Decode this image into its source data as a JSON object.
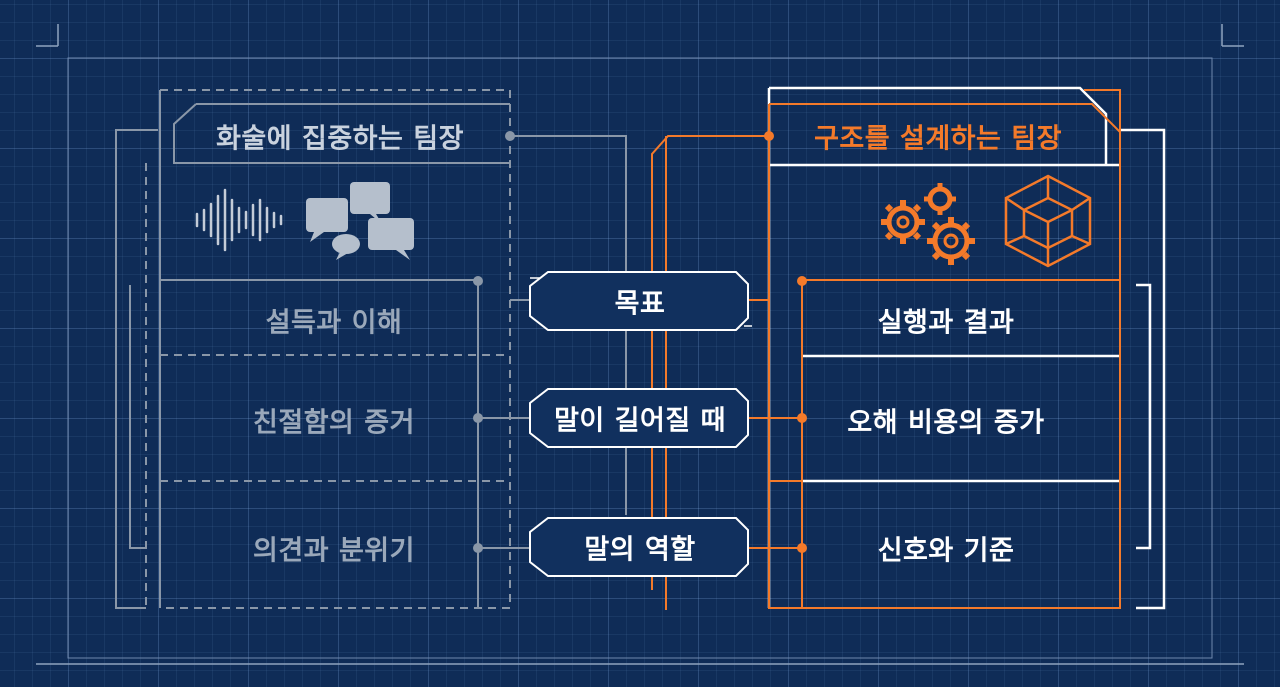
{
  "left_panel": {
    "title": "화술에 집중하는 팀장",
    "rows": [
      "설득과 이해",
      "친절함의 증거",
      "의견과 분위기"
    ]
  },
  "right_panel": {
    "title": "구조를 설계하는 팀장",
    "rows": [
      "실행과 결과",
      "오해 비용의 증가",
      "신호와 기준"
    ]
  },
  "center": {
    "chips": [
      "목표",
      "말이 길어질 때",
      "말의 역할"
    ]
  },
  "icons": {
    "left": [
      "sound-wave-icon",
      "speech-bubbles-icon"
    ],
    "right": [
      "gears-icon",
      "cube-icon"
    ]
  },
  "colors": {
    "background": "#0f2c57",
    "accent_orange": "#f47a2a",
    "muted_gray": "#9aa8ba",
    "white": "#ffffff"
  }
}
